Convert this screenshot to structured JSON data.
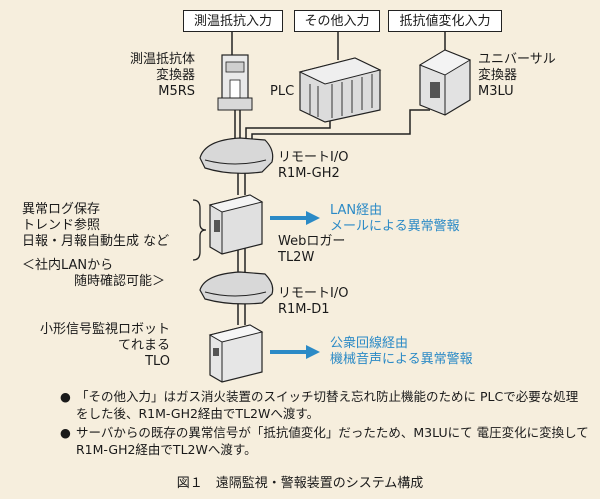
{
  "inputs": [
    "測温抵抗入力",
    "その他入力",
    "抵抗値変化入力"
  ],
  "devices": {
    "m5rs": "測温抵抗体\n変換器\nM5RS",
    "plc": "PLC",
    "m3lu": "ユニバーサル\n変換器\nM3LU",
    "remote1": "リモートI/O\nR1M-GH2",
    "weblogger": "Webロガー\nTL2W",
    "remote2": "リモートI/O\nR1M-D1",
    "robot": "小形信号監視ロボット\nてれまる\nTLO"
  },
  "features": "異常ログ保存\nトレンド参照\n日報・月報自動生成 など",
  "lan_note": "＜社内LANから\n　　　　随時確認可能＞",
  "arrows": {
    "lan": "LAN経由\nメールによる異常警報",
    "phone": "公衆回線経由\n機械音声による異常警報"
  },
  "notes": [
    "「その他入力」はガス消火装置のスイッチ切替え忘れ防止機能のために PLCで必要な処理をした後、R1M-GH2経由でTL2Wへ渡す。",
    "サーバからの既存の異常信号が「抵抗値変化」だったため、M3LUにて 電圧変化に変換してR1M-GH2経由でTL2Wへ渡す。"
  ],
  "bullet_symbol": "●",
  "caption": "図１　遠隔監視・警報装置のシステム構成",
  "colors": {
    "background": "#f6eedd",
    "accent": "#2b8ac6"
  }
}
